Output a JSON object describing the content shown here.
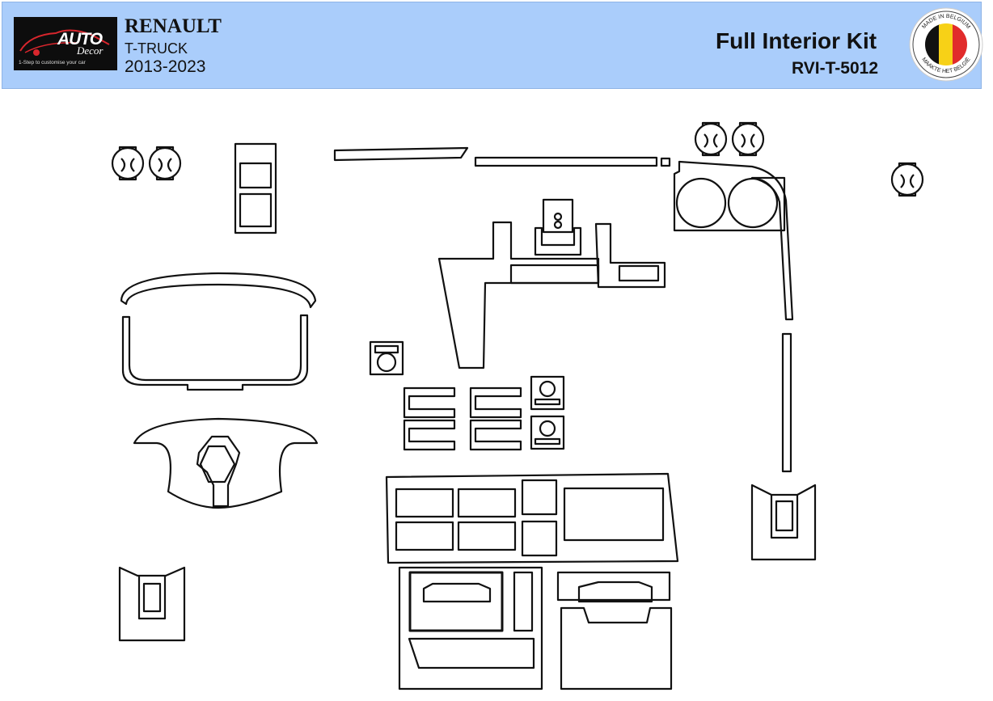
{
  "logo": {
    "brand": "AUTO",
    "brand2": "Decor",
    "tagline": "1-Step to customise your car"
  },
  "vehicle": {
    "make": "RENAULT",
    "model": "T-TRUCK",
    "years": "2013-2023"
  },
  "product": {
    "title": "Full Interior Kit",
    "sku": "RVI-T-5012"
  },
  "badge": {
    "top_text": "MADE IN BELGIUM",
    "bottom_text": "MAAKTE HET BELGIË",
    "colors": [
      "#111111",
      "#f7d117",
      "#e12b2b"
    ]
  }
}
